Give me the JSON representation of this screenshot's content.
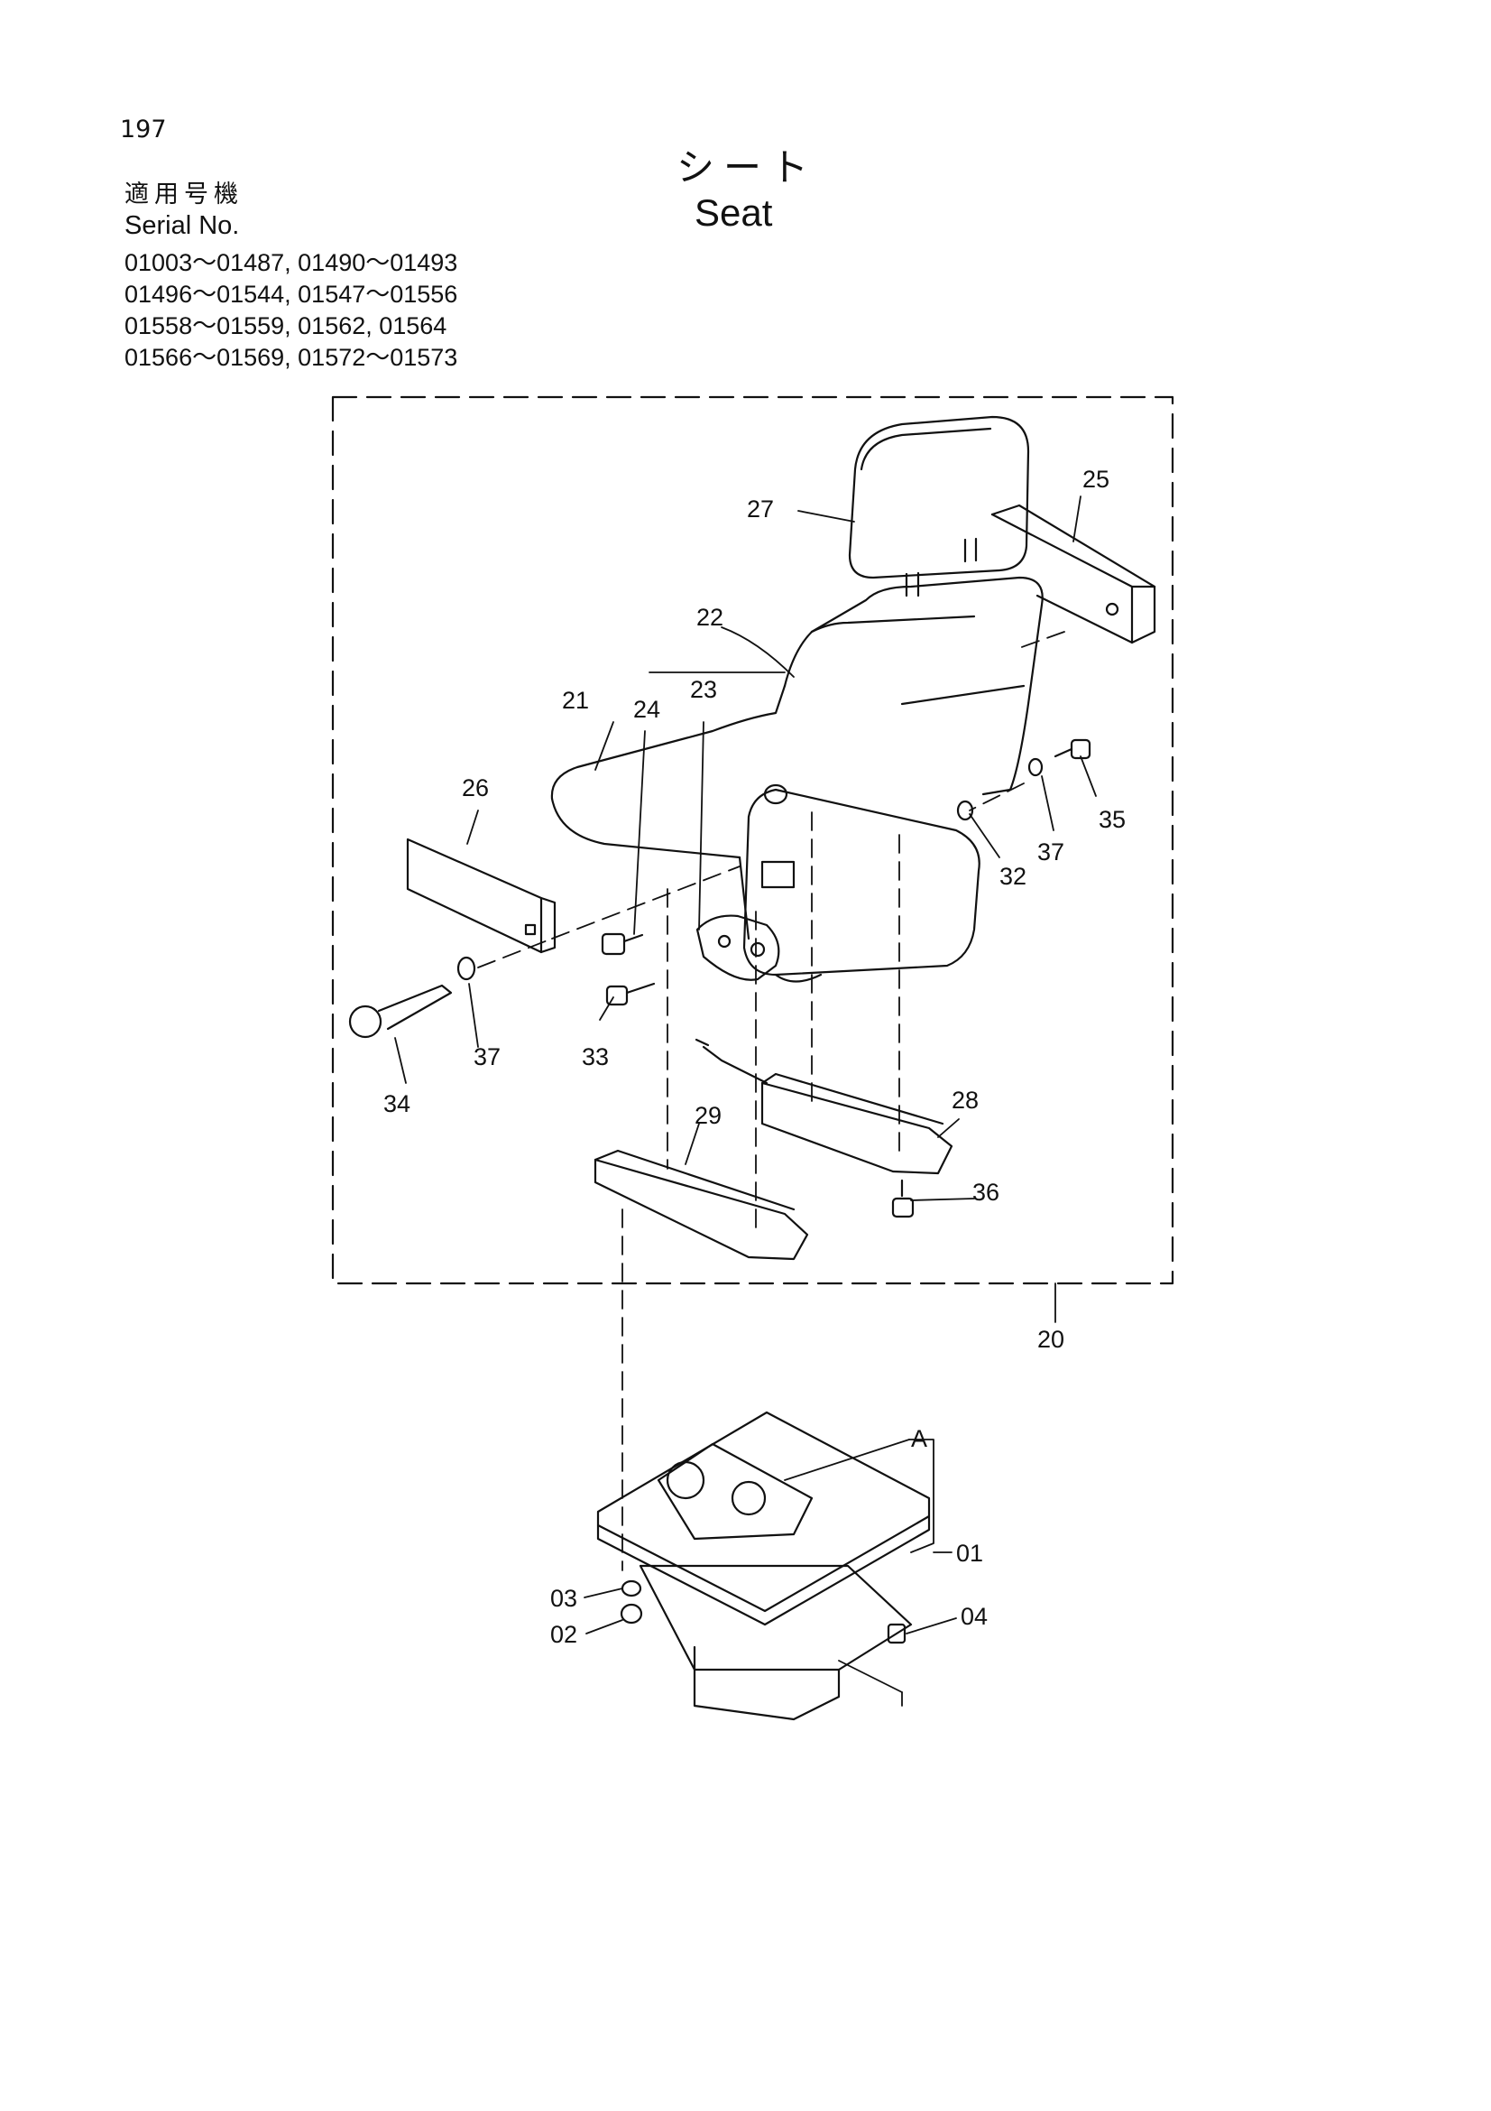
{
  "page_number": "197",
  "title_jp": "シート",
  "title_en": "Seat",
  "serial_label_jp": "適用号機",
  "serial_label_en": "Serial No.",
  "serial_ranges": [
    "01003～01487, 01490～01493",
    "01496～01544, 01547～01556",
    "01558～01559, 01562, 01564",
    "01566～01569, 01572～01573"
  ],
  "callouts": {
    "c01": "01",
    "c02": "02",
    "c03": "03",
    "c04": "04",
    "cA": "A",
    "c20": "20",
    "c21": "21",
    "c22": "22",
    "c23": "23",
    "c24": "24",
    "c25": "25",
    "c26": "26",
    "c27": "27",
    "c28": "28",
    "c29": "29",
    "c32": "32",
    "c33": "33",
    "c34": "34",
    "c35": "35",
    "c36": "36",
    "c37a": "37",
    "c37b": "37"
  }
}
